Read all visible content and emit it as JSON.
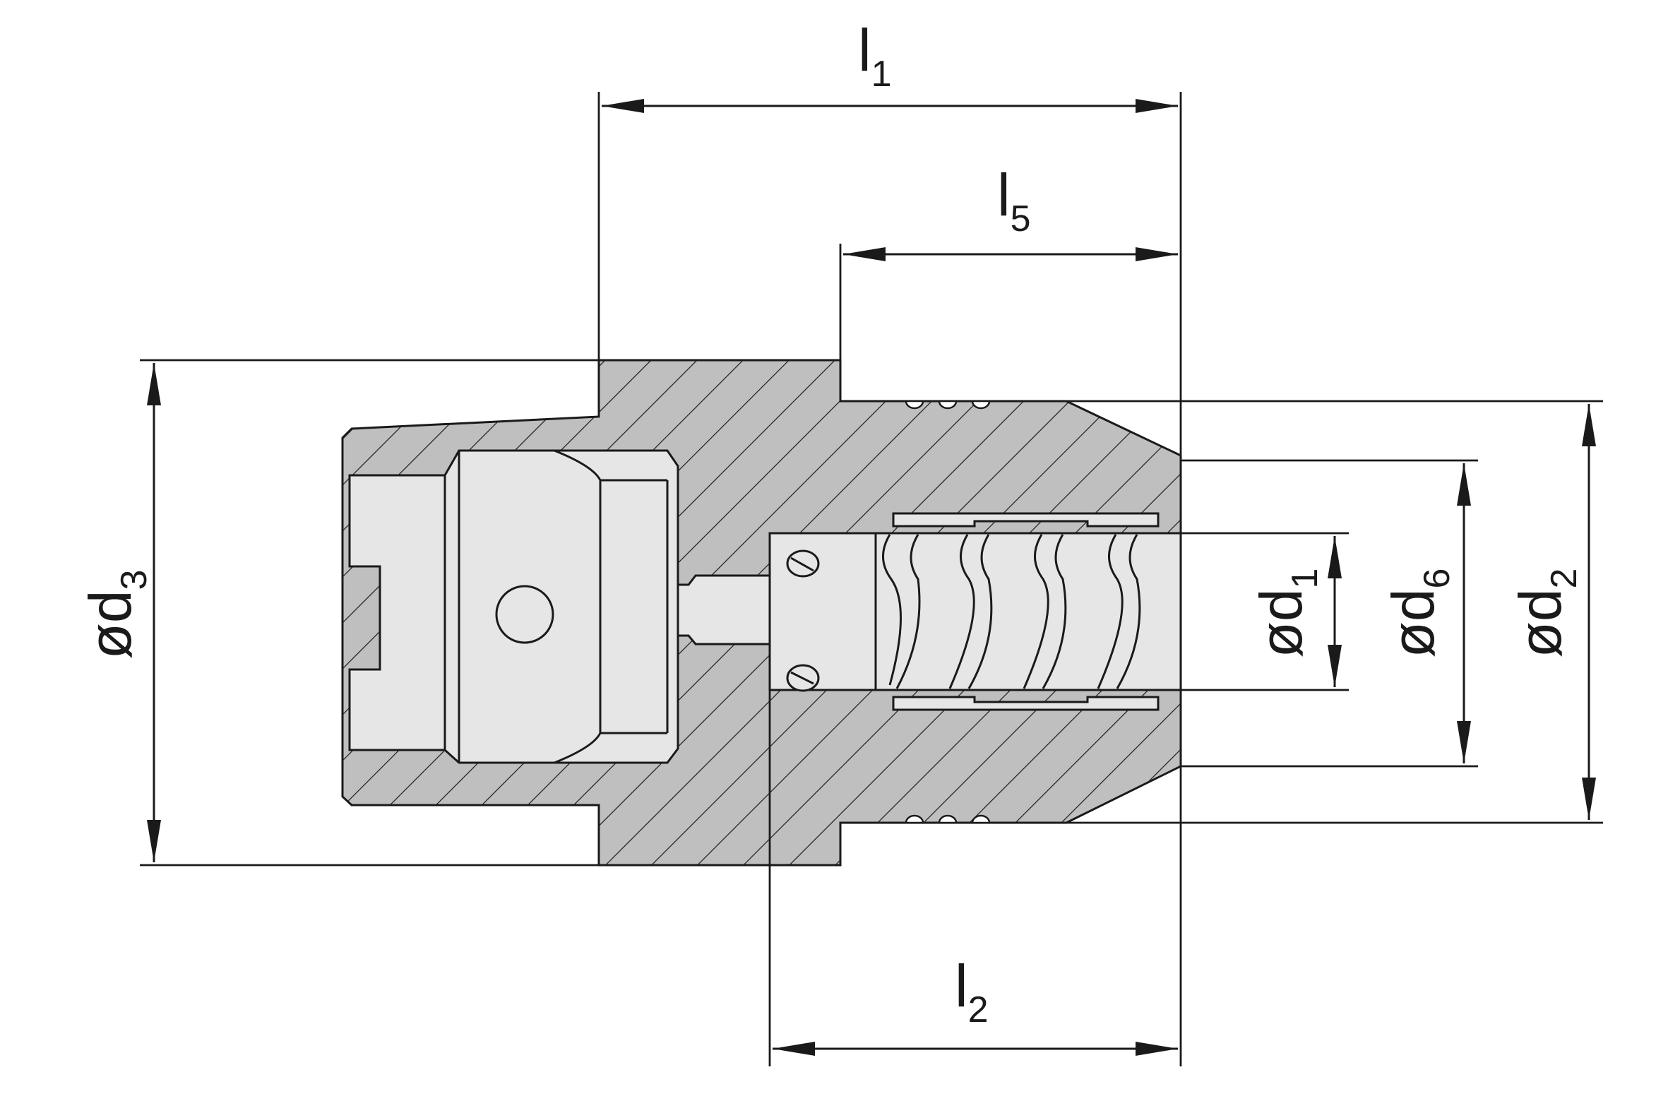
{
  "dimensions": {
    "l1": {
      "main": "l",
      "sub": "1"
    },
    "l5": {
      "main": "l",
      "sub": "5"
    },
    "l2": {
      "main": "l",
      "sub": "2"
    },
    "d3": {
      "main": "ød",
      "sub": "3"
    },
    "d1": {
      "main": "ød",
      "sub": "1"
    },
    "d6": {
      "main": "ød",
      "sub": "6"
    },
    "d2": {
      "main": "ød",
      "sub": "2"
    }
  },
  "colors": {
    "section_fill": "#bfbfbf",
    "bore_fill": "#e6e6e6",
    "line": "#1a1a1a"
  }
}
